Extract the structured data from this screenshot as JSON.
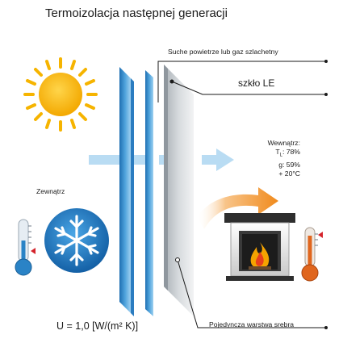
{
  "title": "Termoizolacja następnej generacji",
  "labels": {
    "gap_fill": "Suche powietrze lub gaz szlachetny",
    "low_e_glass": "szkło LE",
    "outside": "Zewnątrz",
    "silver_layer": "Pojedyncza warstwa srebra"
  },
  "inside": {
    "heading": "Wewnątrz:",
    "tl_prefix": "T",
    "tl_sub": "L",
    "tl_value": ": 78%",
    "g_value": "g: 59%",
    "temperature": "+ 20°C"
  },
  "u_value": "U = 1,0 [W/(m² K)]",
  "icons": [
    "sun-icon",
    "snowflake-icon",
    "cold-thermometer-icon",
    "warm-thermometer-icon",
    "fireplace-icon",
    "heat-arrow-icon",
    "light-arrow-icon"
  ],
  "colors": {
    "glass_blue": "#4fa3dc",
    "glass_blue_dark": "#1f6fb2",
    "light_arrow": "#b9dcf3",
    "sun": "#f6b400",
    "heat_arrow": "#f08a1c",
    "fire": "#f5a300",
    "cold": "#2a83c6",
    "warm": "#e0661e"
  }
}
